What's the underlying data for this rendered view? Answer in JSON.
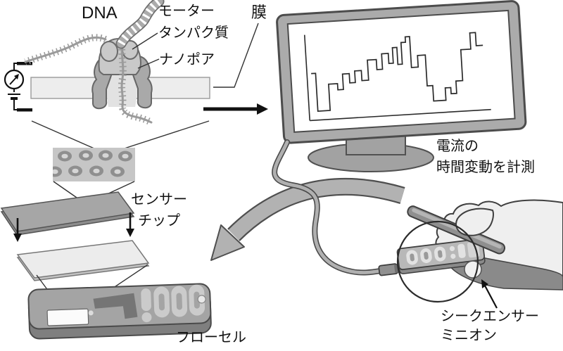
{
  "labels": {
    "dna": "DNA",
    "motor_protein": "モーター\nタンパク質",
    "nanopore": "ナノポア",
    "membrane": "膜",
    "sensor_chip": "センサー\nチップ",
    "current_measure": "電流の\n時間変動を計測",
    "flow_cell": "フローセル",
    "sequencer": "シークエンサー\nミニオン"
  },
  "colors": {
    "bg": "#ffffff",
    "outline": "#4a4a4a",
    "ink": "#111111",
    "membrane": "#ededed",
    "protein-light": "#c9c9c9",
    "protein-dark": "#a9a9a9",
    "array-bg": "#c6c6c6",
    "ring-outer": "#8f8f8f",
    "ring-inner": "#d6d6d6",
    "plate-dark": "#a6a6a6",
    "plate-light": "#ececec",
    "device-gray": "#a4a4a4",
    "device-side": "#7f7f7f",
    "frame-gray": "#ababab",
    "screen-white": "#ffffff",
    "arrow-gray": "#b2b2b2",
    "hand-gray": "#efefef",
    "cable-gray": "#b0b0b0"
  },
  "monitor_trace": {
    "type": "step",
    "description": "ionic current vs time (random telegraph steps), no tick labels",
    "levels": [
      0.55,
      0.06,
      0.4,
      0.32,
      0.52,
      0.4,
      0.55,
      0.42,
      0.68,
      0.55,
      0.75,
      0.62,
      0.82,
      0.6,
      0.88,
      0.95,
      0.55,
      0.7,
      0.3,
      0.1,
      0.26,
      0.18,
      0.34,
      0.74,
      0.95,
      0.78
    ],
    "widths": [
      4,
      11,
      8,
      5,
      6,
      5,
      6,
      6,
      8,
      5,
      6,
      4,
      4,
      4,
      4,
      4,
      6,
      7,
      5,
      11,
      5,
      5,
      6,
      9,
      5,
      6
    ],
    "axes": "plain x/y lines, no labels"
  }
}
